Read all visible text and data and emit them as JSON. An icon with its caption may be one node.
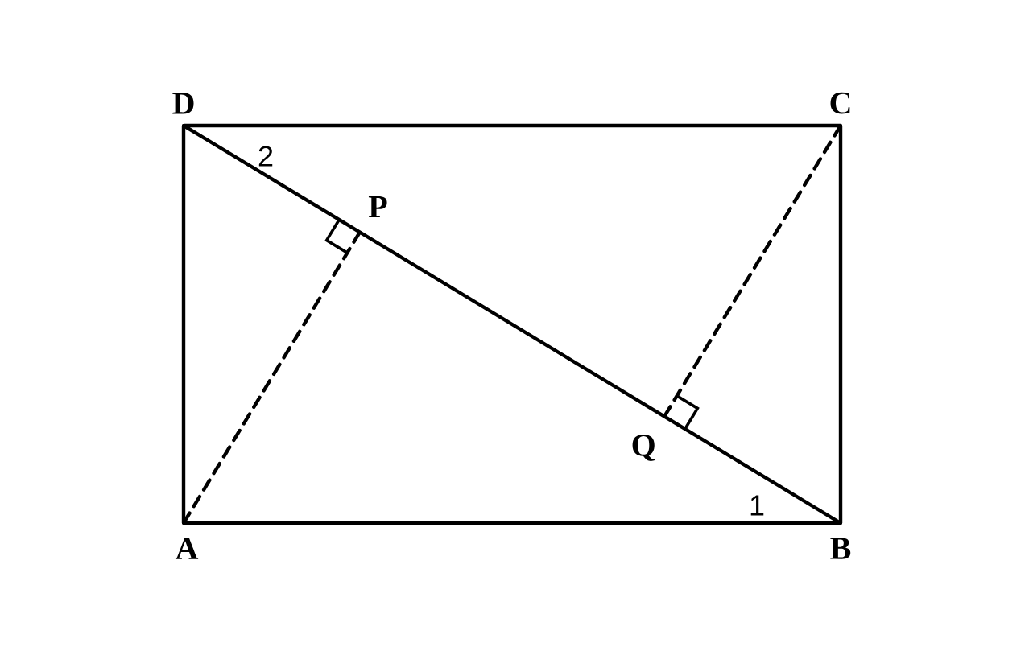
{
  "diagram": {
    "nodes": [
      {
        "text": [
          "A"
        ]
      },
      {
        "text": [
          "B"
        ]
      },
      {
        "text": [
          "C"
        ]
      },
      {
        "text": [
          "D"
        ]
      },
      {
        "text": [
          "P"
        ]
      },
      {
        "text": [
          "Q"
        ]
      }
    ],
    "edges": [
      {
        "from": 0,
        "to": 1,
        "arrow": "none"
      },
      {
        "from": 1,
        "to": 2,
        "arrow": "none"
      },
      {
        "from": 2,
        "to": 3,
        "arrow": "none"
      },
      {
        "from": 3,
        "to": 0,
        "arrow": "none"
      },
      {
        "from": 3,
        "to": 1,
        "arrow": "none"
      },
      {
        "from": 0,
        "to": 4,
        "arrow": "none",
        "style": "dashed"
      },
      {
        "from": 2,
        "to": 5,
        "arrow": "none",
        "style": "dashed"
      }
    ],
    "labels": [
      "2",
      "1"
    ]
  }
}
